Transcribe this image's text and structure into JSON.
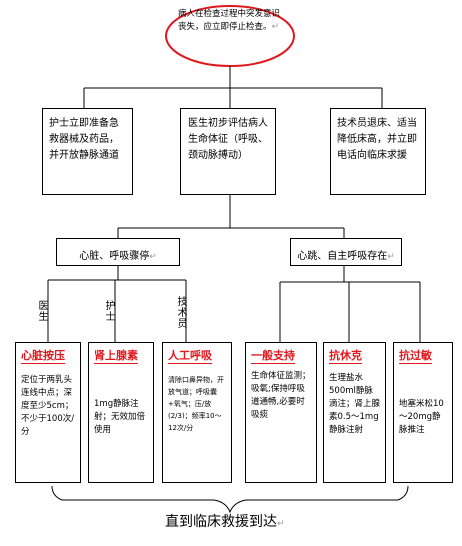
{
  "top_node": {
    "text": "病人在检查过程中突发意识丧失，应立即停止检查。"
  },
  "level2": [
    {
      "text": "护士立即准备急救器械及药品，并开放静脉通道"
    },
    {
      "text": "医生初步评估病人生命体征（呼吸、颈动脉搏动）"
    },
    {
      "text": "技术员退床、适当降低床高，并立即电话向临床求援"
    }
  ],
  "branch_left": {
    "text": "心脏、呼吸骤停"
  },
  "branch_right": {
    "text": "心跳、自主呼吸存在"
  },
  "roles": [
    {
      "text": "医生"
    },
    {
      "text": "护士"
    },
    {
      "text": "技术员"
    }
  ],
  "actions": [
    {
      "title": "心脏按压",
      "body": "定位于两乳头连线中点；深度至少5cm；不少于100次/分"
    },
    {
      "title": "肾上腺素",
      "body": "1mg静脉注射；无效加倍使用"
    },
    {
      "title": "人工呼吸",
      "body": "清除口鼻异物，开放气道；呼吸囊+氧气；压/放(2/3)；频率10～12次/分"
    },
    {
      "title": "一般支持",
      "body": "生命体征监测；吸氧;保持呼吸道通畅,必要时吸痰"
    },
    {
      "title": "抗休克",
      "body": "生理盐水500ml静脉滴注；肾上腺素0.5～1mg静脉注射"
    },
    {
      "title": "抗过敏",
      "body": "地塞米松10～20mg静脉推注"
    }
  ],
  "bottom_text": "直到临床救援到达"
}
